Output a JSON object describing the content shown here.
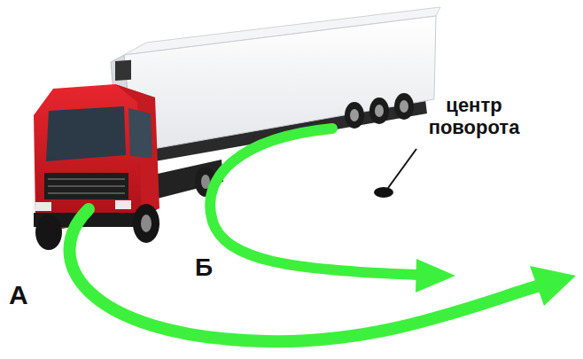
{
  "diagram": {
    "labels": [
      "А",
      "Б",
      "центр поворота"
    ]
  }
}
